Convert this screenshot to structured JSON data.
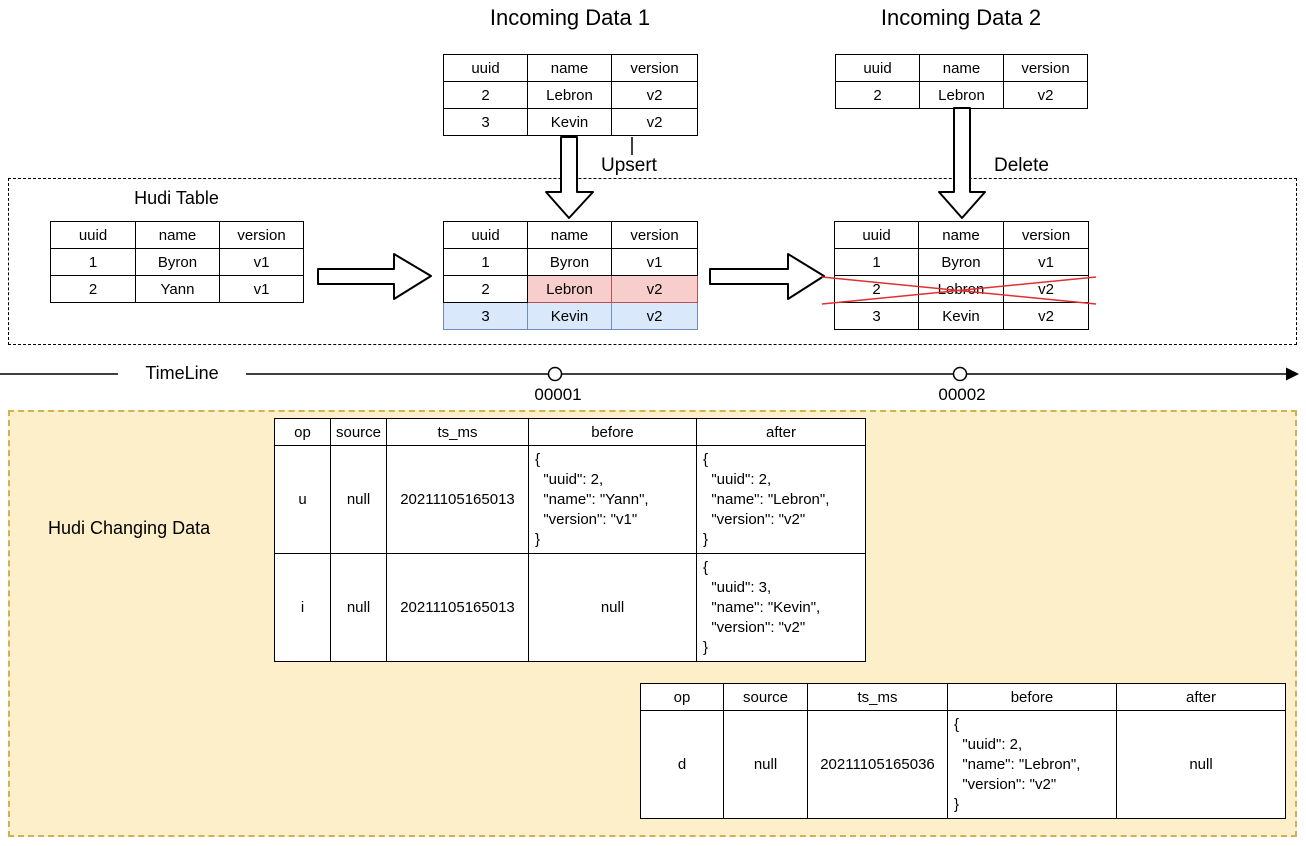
{
  "diagram": {
    "incoming1": {
      "title": "Incoming Data 1",
      "columns": [
        "uuid",
        "name",
        "version"
      ],
      "rows": [
        [
          "2",
          "Lebron",
          "v2"
        ],
        [
          "3",
          "Kevin",
          "v2"
        ]
      ]
    },
    "incoming2": {
      "title": "Incoming Data 2",
      "columns": [
        "uuid",
        "name",
        "version"
      ],
      "rows": [
        [
          "2",
          "Lebron",
          "v2"
        ]
      ]
    },
    "hudi_box_title": "Hudi Table",
    "hudi_initial": {
      "columns": [
        "uuid",
        "name",
        "version"
      ],
      "rows": [
        [
          "1",
          "Byron",
          "v1"
        ],
        [
          "2",
          "Yann",
          "v1"
        ]
      ]
    },
    "hudi_after_upsert": {
      "columns": [
        "uuid",
        "name",
        "version"
      ],
      "rows": [
        [
          "1",
          "Byron",
          "v1"
        ],
        [
          "2",
          "Lebron",
          "v2"
        ],
        [
          "3",
          "Kevin",
          "v2"
        ]
      ],
      "cell_class": {
        "1": {
          "1": "hl-red",
          "2": "hl-red"
        }
      },
      "row_class": {
        "2": "hl-blue"
      }
    },
    "hudi_after_delete": {
      "columns": [
        "uuid",
        "name",
        "version"
      ],
      "rows": [
        [
          "1",
          "Byron",
          "v1"
        ],
        [
          "2",
          "Lebron",
          "v2"
        ],
        [
          "3",
          "Kevin",
          "v2"
        ]
      ]
    },
    "operations": {
      "upsert_label": "Upsert",
      "delete_label": "Delete"
    },
    "timeline": {
      "label": "TimeLine",
      "instants": [
        "00001",
        "00002"
      ]
    },
    "changing": {
      "title": "Hudi Changing Data",
      "table1": {
        "columns": [
          "op",
          "source",
          "ts_ms",
          "before",
          "after"
        ],
        "rows": [
          [
            "u",
            "null",
            "20211105165013",
            "{\n  \"uuid\": 2,\n  \"name\": \"Yann\",\n  \"version\": \"v1\"\n}",
            "{\n  \"uuid\": 2,\n  \"name\": \"Lebron\",\n  \"version\": \"v2\"\n}"
          ],
          [
            "i",
            "null",
            "20211105165013",
            "null",
            "{\n  \"uuid\": 3,\n  \"name\": \"Kevin\",\n  \"version\": \"v2\"\n}"
          ]
        ],
        "cell_class": {
          "0": {
            "3": "json",
            "4": "json"
          },
          "1": {
            "4": "json"
          }
        }
      },
      "table2": {
        "columns": [
          "op",
          "source",
          "ts_ms",
          "before",
          "after"
        ],
        "rows": [
          [
            "d",
            "null",
            "20211105165036",
            "{\n  \"uuid\": 2,\n  \"name\": \"Lebron\",\n  \"version\": \"v2\"\n}",
            "null"
          ]
        ],
        "cell_class": {
          "0": {
            "3": "json"
          }
        }
      }
    },
    "colors": {
      "highlight_red": "#f8cecc",
      "highlight_red_border": "#b85450",
      "highlight_blue": "#dae8fc",
      "highlight_blue_border": "#6c8ebf",
      "delete_cross": "#e03030",
      "changing_bg": "#fcefc9",
      "changing_border": "#d0b255"
    }
  }
}
